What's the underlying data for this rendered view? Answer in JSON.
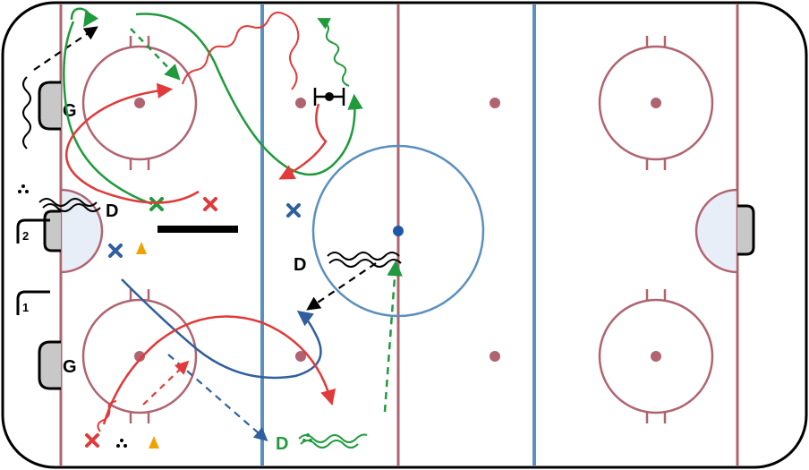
{
  "rink": {
    "board_color": "#000000",
    "red_line_color": "#b06470",
    "blue_line_color": "#5a8fbf",
    "crease_fill": "#e8eef7",
    "net_fill": "#c8c8c8"
  },
  "labels": {
    "goalie_top": "G",
    "goalie_bottom": "G",
    "defense_top": "D",
    "defense_center": "D",
    "defense_bottom": "D",
    "bench_slot_1": "1",
    "bench_slot_2": "2"
  },
  "colors": {
    "red_team": "#e03a3a",
    "green_team": "#1f9a3c",
    "blue_team": "#2f5f9e",
    "black": "#000000",
    "cone": "#f2a200"
  },
  "icons": [
    "red-x-icon",
    "green-x-icon",
    "blue-x-icon",
    "cone-icon",
    "puck-pile-icon",
    "barrier-icon",
    "screen-icon"
  ]
}
